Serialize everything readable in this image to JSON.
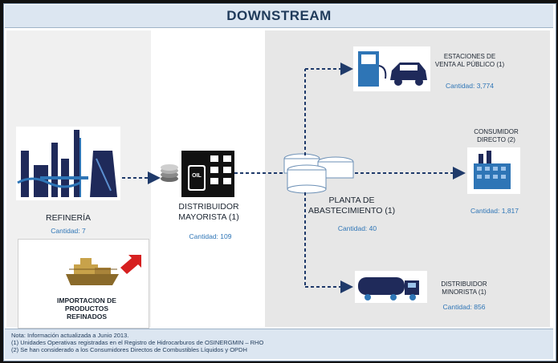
{
  "header": {
    "title": "DOWNSTREAM"
  },
  "refineria": {
    "label": "REFINERÍA",
    "count": "Cantidad: 7"
  },
  "importacion": {
    "label": "IMPORTACION DE PRODUCTOS REFINADOS"
  },
  "distribuidor_mayorista": {
    "label": "DISTRIBUIDOR MAYORISTA (1)",
    "count": "Cantidad: 109",
    "drum_text": "OIL"
  },
  "planta": {
    "label": "PLANTA DE ABASTECIMIENTO (1)",
    "count": "Cantidad: 40"
  },
  "estaciones": {
    "label": "ESTACIONES DE VENTA AL PÚBLICO (1)",
    "count": "Cantidad: 3,774"
  },
  "consumidor": {
    "label": "CONSUMIDOR DIRECTO (2)",
    "count": "Cantidad: 1,817"
  },
  "minorista": {
    "label": "DISTRIBUIDOR MINORISTA (1)",
    "count": "Cantidad: 856"
  },
  "notes": {
    "line1": "Nota: Información actualizada a Junio 2013.",
    "line2": "(1) Unidades Operativas registradas en el Registro de Hidrocarburos de OSINERGMIN – RHO",
    "line3": "(2) Se han considerado a los Consumidores Directos de Combustibles Líquidos y OPDH"
  },
  "colors": {
    "header_bg": "#dce6f1",
    "accent_blue": "#2e75b6",
    "dark_navy": "#1f2a5a",
    "arrow": "#1f3a6a"
  }
}
